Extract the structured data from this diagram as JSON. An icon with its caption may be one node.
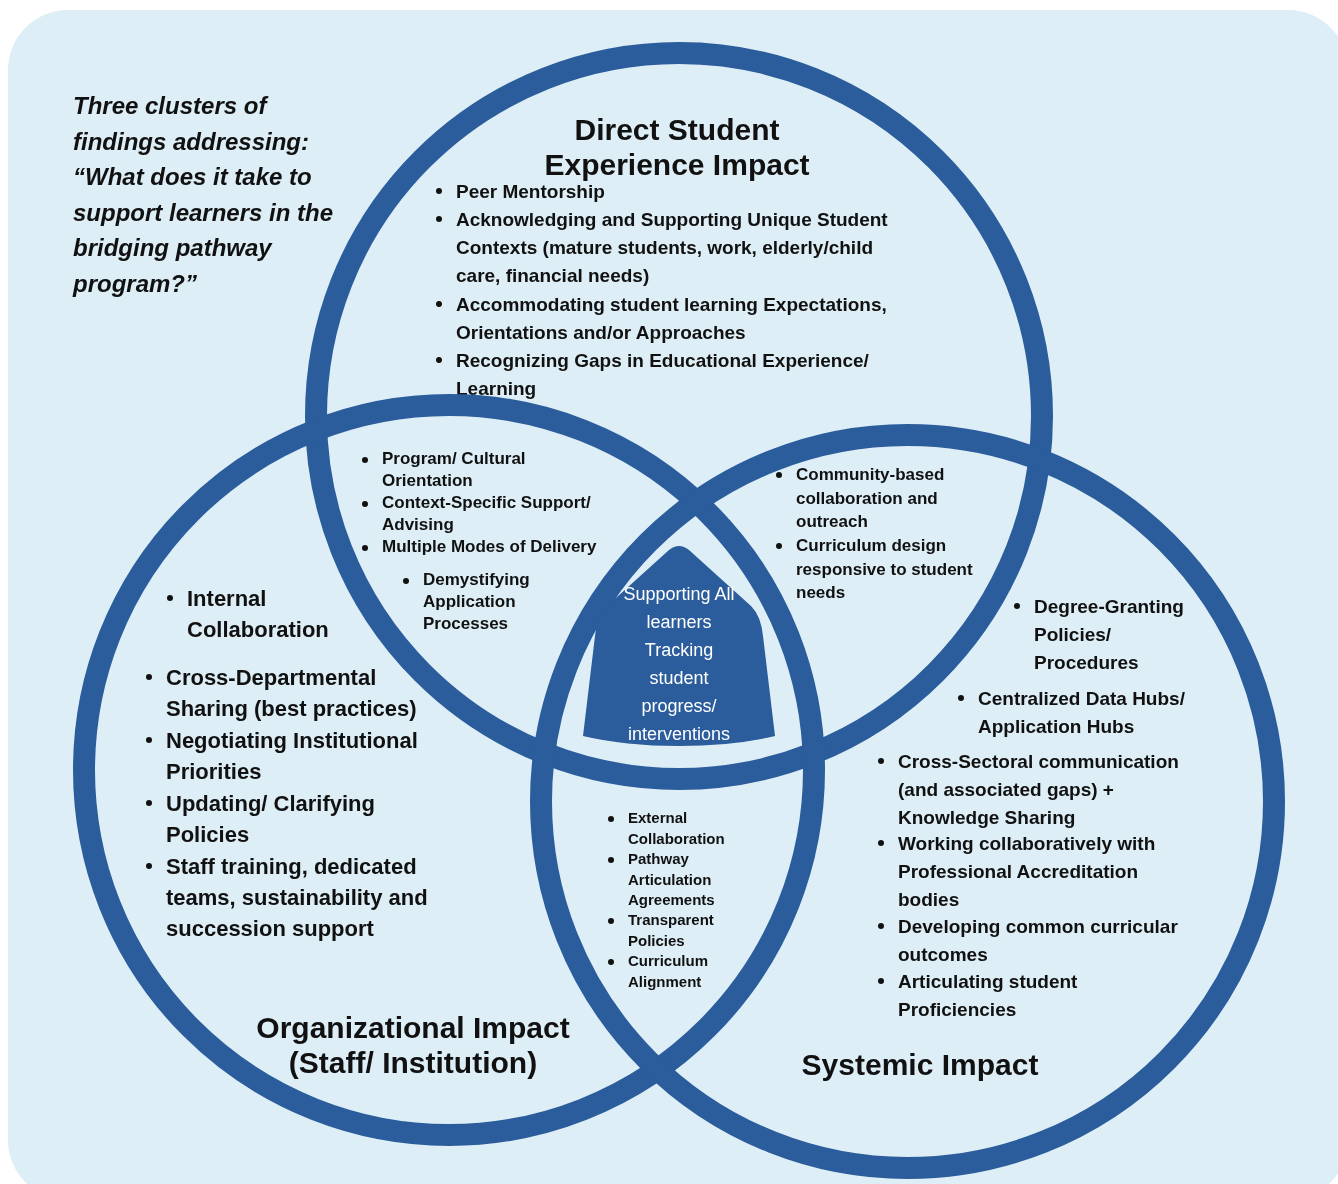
{
  "diagram": {
    "title": "Three clusters of findings addressing: “What does it take to support learners in the bridging pathway program?”",
    "nodes": [
      {
        "text": [
          "Direct Student Experience Impact",
          "Peer Mentorship",
          "Acknowledging and Supporting Unique Student Contexts (mature students, work, elderly/child care, financial needs)",
          "Accommodating student learning Expectations, Orientations and/or Approaches",
          "Recognizing Gaps in Educational Experience/ Learning"
        ]
      },
      {
        "text": [
          "Internal Collaboration",
          "Cross-Departmental Sharing (best practices)",
          "Negotiating Institutional Priorities",
          "Updating/ Clarifying Policies",
          "Staff training, dedicated teams, sustainability and succession support",
          "Organizational Impact (Staff/ Institution)"
        ]
      },
      {
        "text": [
          "Degree-Granting Policies/ Procedures",
          "Centralized Data Hubs/ Application Hubs",
          "Cross-Sectoral communication (and associated gaps) + Knowledge Sharing",
          "Working collaboratively with Professional Accreditation bodies",
          "Developing common curricular outcomes",
          "Articulating student Proficiencies",
          "Systemic Impact"
        ]
      },
      {
        "text": [
          "Supporting All learners",
          "Tracking student progress/ interventions"
        ]
      }
    ],
    "labels": [
      "Program/ Cultural Orientation",
      "Context-Specific Support/ Advising",
      "Multiple Modes of Delivery",
      "Demystifying Application Processes",
      "Community-based collaboration and outreach",
      "Curriculum design responsive to student needs",
      "External Collaboration",
      "Pathway Articulation Agreements",
      "Transparent Policies",
      "Curriculum Alignment"
    ]
  }
}
